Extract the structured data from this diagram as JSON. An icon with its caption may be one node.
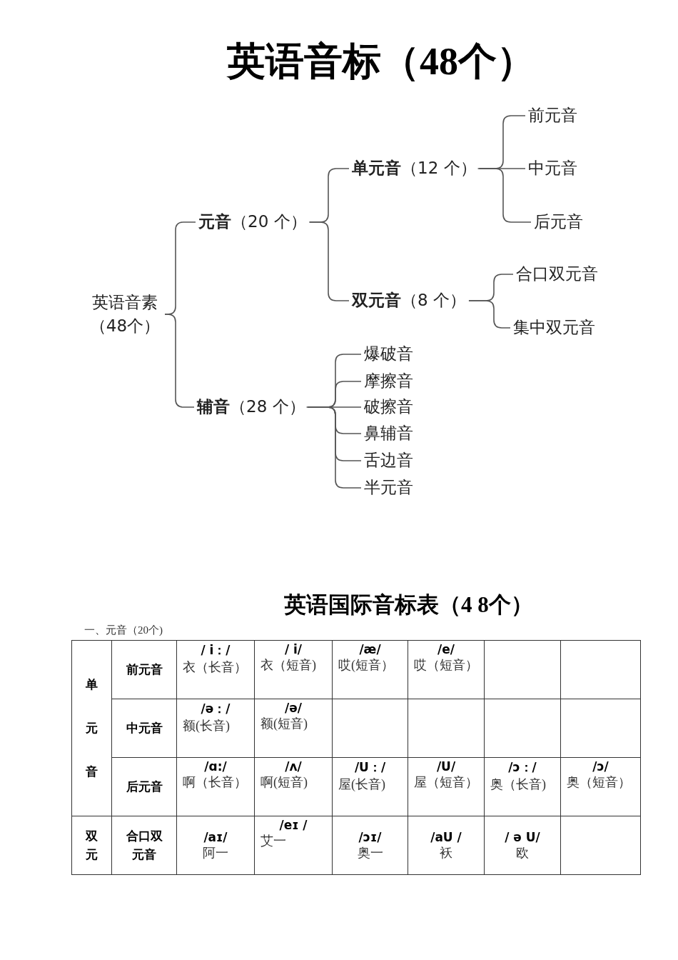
{
  "diagram": {
    "title": "英语音标（48个）",
    "nodes": [
      {
        "text": [
          "英语音素（48个）"
        ]
      },
      {
        "text": [
          "**元音**（20 个）"
        ]
      },
      {
        "text": [
          "**辅音**（28 个）"
        ]
      },
      {
        "text": [
          "**单元音**（12 个）"
        ]
      },
      {
        "text": [
          "**双元音**（8 个）"
        ]
      },
      {
        "text": [
          "前元音"
        ]
      },
      {
        "text": [
          "中元音"
        ]
      },
      {
        "text": [
          "后元音"
        ]
      },
      {
        "text": [
          "合口双元音"
        ]
      },
      {
        "text": [
          "集中双元音"
        ]
      },
      {
        "text": [
          "爆破音"
        ]
      },
      {
        "text": [
          "摩擦音"
        ]
      },
      {
        "text": [
          "破擦音"
        ]
      },
      {
        "text": [
          "鼻辅音"
        ]
      },
      {
        "text": [
          "舌边音"
        ]
      },
      {
        "text": [
          "半元音"
        ]
      }
    ],
    "edges": [
      {
        "from": 0,
        "to": 1,
        "arrow": "none"
      },
      {
        "from": 0,
        "to": 2,
        "arrow": "none"
      },
      {
        "from": 1,
        "to": 3,
        "arrow": "none"
      },
      {
        "from": 1,
        "to": 4,
        "arrow": "none"
      },
      {
        "from": 3,
        "to": 5,
        "arrow": "none"
      },
      {
        "from": 3,
        "to": 6,
        "arrow": "none"
      },
      {
        "from": 3,
        "to": 7,
        "arrow": "none"
      },
      {
        "from": 4,
        "to": 8,
        "arrow": "none"
      },
      {
        "from": 4,
        "to": 9,
        "arrow": "none"
      },
      {
        "from": 2,
        "to": 10,
        "arrow": "none"
      },
      {
        "from": 2,
        "to": 11,
        "arrow": "none"
      },
      {
        "from": 2,
        "to": 12,
        "arrow": "none"
      },
      {
        "from": 2,
        "to": 13,
        "arrow": "none"
      },
      {
        "from": 2,
        "to": 14,
        "arrow": "none"
      },
      {
        "from": 2,
        "to": 15,
        "arrow": "none"
      }
    ],
    "labels": [
      "英语国际音标表（4 8个）",
      "一、元音（20个)",
      "单元音",
      "前元音",
      "/ i：/",
      "衣（长音）",
      "/ i/",
      "衣（短音)",
      "/æ/",
      "哎(短音）",
      "/e/",
      "哎（短音）",
      "中元音",
      "/ə：/",
      "额(长音)",
      "/ə/",
      "额(短音)",
      "后元音",
      "/ɑ:/",
      "啊（长音）",
      "/ʌ/",
      "啊(短音)",
      "/U：/",
      "屋(长音)",
      "/U/",
      "屋（短音）",
      "/ɔ：/",
      "奥（长音)",
      "/ɔ/",
      "奥（短音）",
      "双元",
      "合口双元音",
      "/aɪ/",
      "阿一",
      "/eɪ /",
      "艾一",
      "/ɔɪ/",
      "奥一",
      "/aU /",
      "袄",
      "/ ə U/",
      "欧"
    ]
  }
}
